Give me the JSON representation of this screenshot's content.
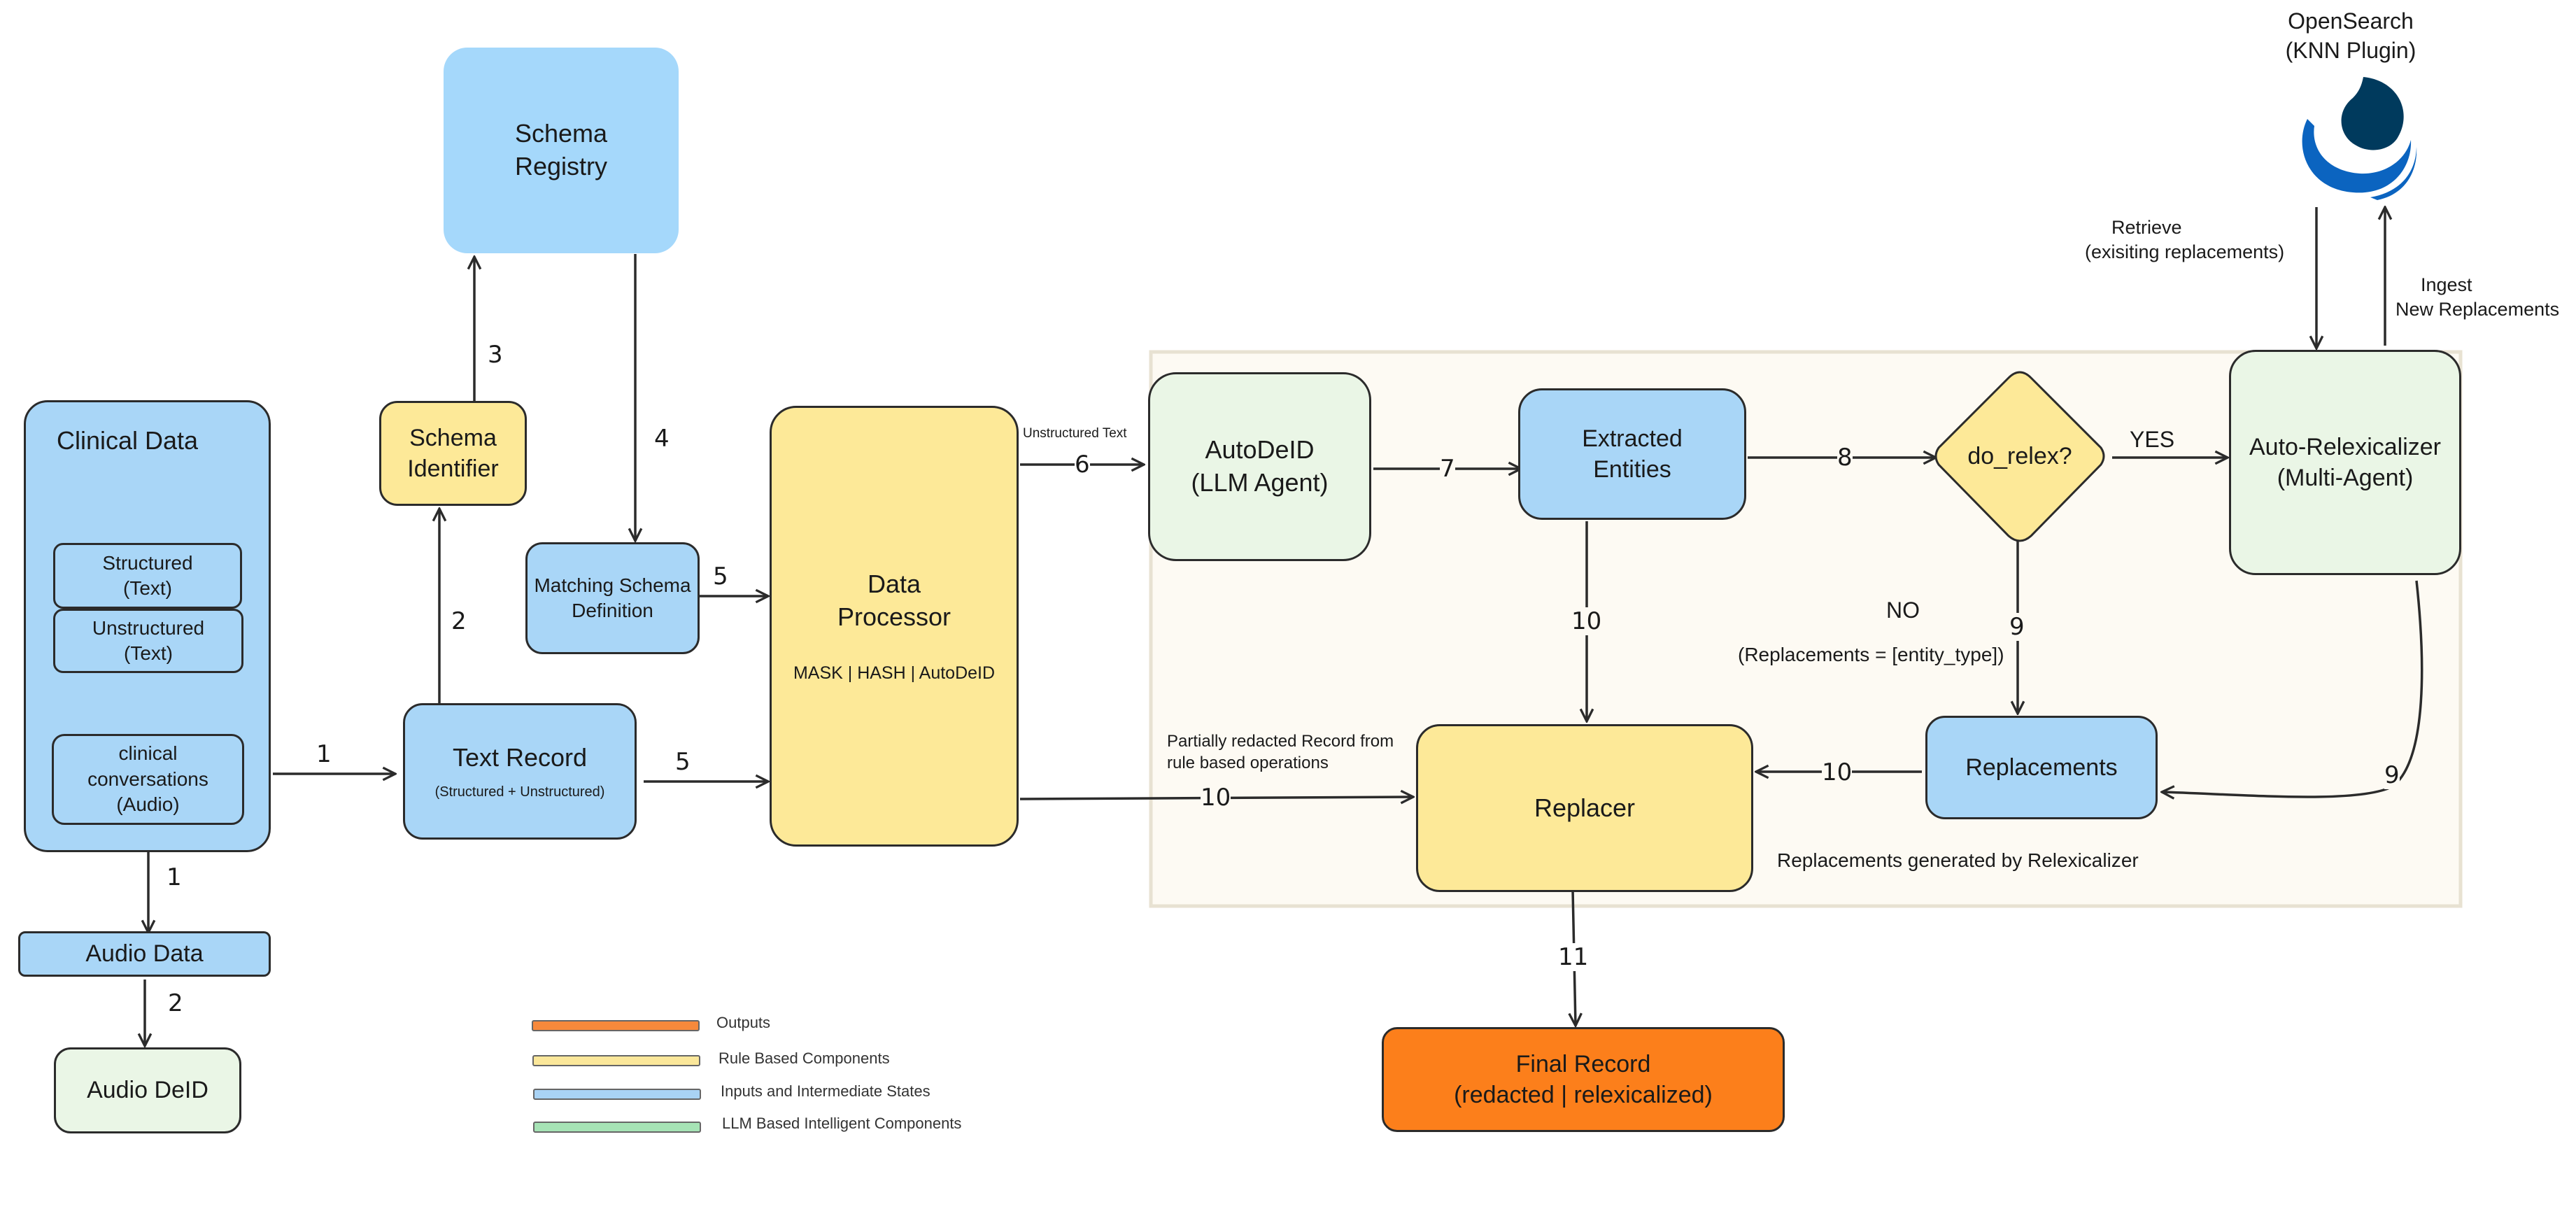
{
  "nodes": {
    "clinical_data": {
      "title": "Clinical Data"
    },
    "structured": {
      "line1": "Structured",
      "line2": "(Text)"
    },
    "unstructured": {
      "line1": "Unstructured",
      "line2": "(Text)"
    },
    "conversations": {
      "line1": "clinical",
      "line2": "conversations",
      "line3": "(Audio)"
    },
    "audio_data": {
      "label": "Audio Data"
    },
    "audio_deid": {
      "label": "Audio DeID"
    },
    "schema_registry": {
      "line1": "Schema",
      "line2": "Registry"
    },
    "schema_identifier": {
      "line1": "Schema",
      "line2": "Identifier"
    },
    "matching_schema": {
      "line1": "Matching Schema",
      "line2": "Definition"
    },
    "text_record": {
      "title": "Text Record",
      "subtitle": "(Structured + Unstructured)"
    },
    "data_processor": {
      "line1": "Data",
      "line2": "Processor",
      "ops": "MASK | HASH | AutoDeID"
    },
    "autodeid": {
      "line1": "AutoDeID",
      "line2": "(LLM Agent)"
    },
    "extracted": {
      "line1": "Extracted",
      "line2": "Entities"
    },
    "do_relex": {
      "label": "do_relex?"
    },
    "relexicalizer": {
      "line1": "Auto-Relexicalizer",
      "line2": "(Multi-Agent)"
    },
    "replacements": {
      "label": "Replacements"
    },
    "replacer": {
      "label": "Replacer"
    },
    "final_record": {
      "line1": "Final Record",
      "line2": "(redacted | relexicalized)"
    },
    "opensearch": {
      "line1": "OpenSearch",
      "line2": "(KNN Plugin)"
    }
  },
  "annotations": {
    "retrieve_line1": "Retrieve",
    "retrieve_line2": "(exisiting replacements)",
    "ingest_line1": "Ingest",
    "ingest_line2": "New Replacements",
    "unstructured_text": "Unstructured Text",
    "partial_line1": "Partially redacted Record from",
    "partial_line2": "rule based operations",
    "yes": "YES",
    "no": "NO",
    "no_detail": "(Replacements = [entity_type])",
    "generated_by": "Replacements generated by Relexicalizer"
  },
  "edge_numbers": {
    "cd_to_text": "1",
    "cd_to_audio": "1",
    "audio_to_deid": "2",
    "text_to_identifier": "2",
    "identifier_to_registry": "3",
    "registry_to_matching": "4",
    "matching_to_processor": "5",
    "text_to_processor": "5",
    "processor_to_autodeid": "6",
    "autodeid_to_extracted": "7",
    "extracted_to_relex": "8",
    "relex_to_replacements": "9",
    "relexicalizer_to_replacements": "9",
    "extracted_to_replacer": "10",
    "processor_to_replacer": "10",
    "replacements_to_replacer": "10",
    "replacer_to_final": "11"
  },
  "legend": [
    {
      "label": "Outputs",
      "color": "#f7893b"
    },
    {
      "label": "Rule Based Components",
      "color": "#fbe79a"
    },
    {
      "label": "Inputs and Intermediate States",
      "color": "#a9d3f5"
    },
    {
      "label": "LLM Based Intelligent Components",
      "color": "#a6e3b5"
    }
  ],
  "colors": {
    "input_blue": "#a9d6f7",
    "rule_yellow": "#fde998",
    "llm_green": "#eaf6e6",
    "output_orange": "#fc7f1b",
    "region_bg": "#fdfaf3",
    "opensearch_dark": "#003a5d",
    "opensearch_blue": "#0b64c0"
  }
}
